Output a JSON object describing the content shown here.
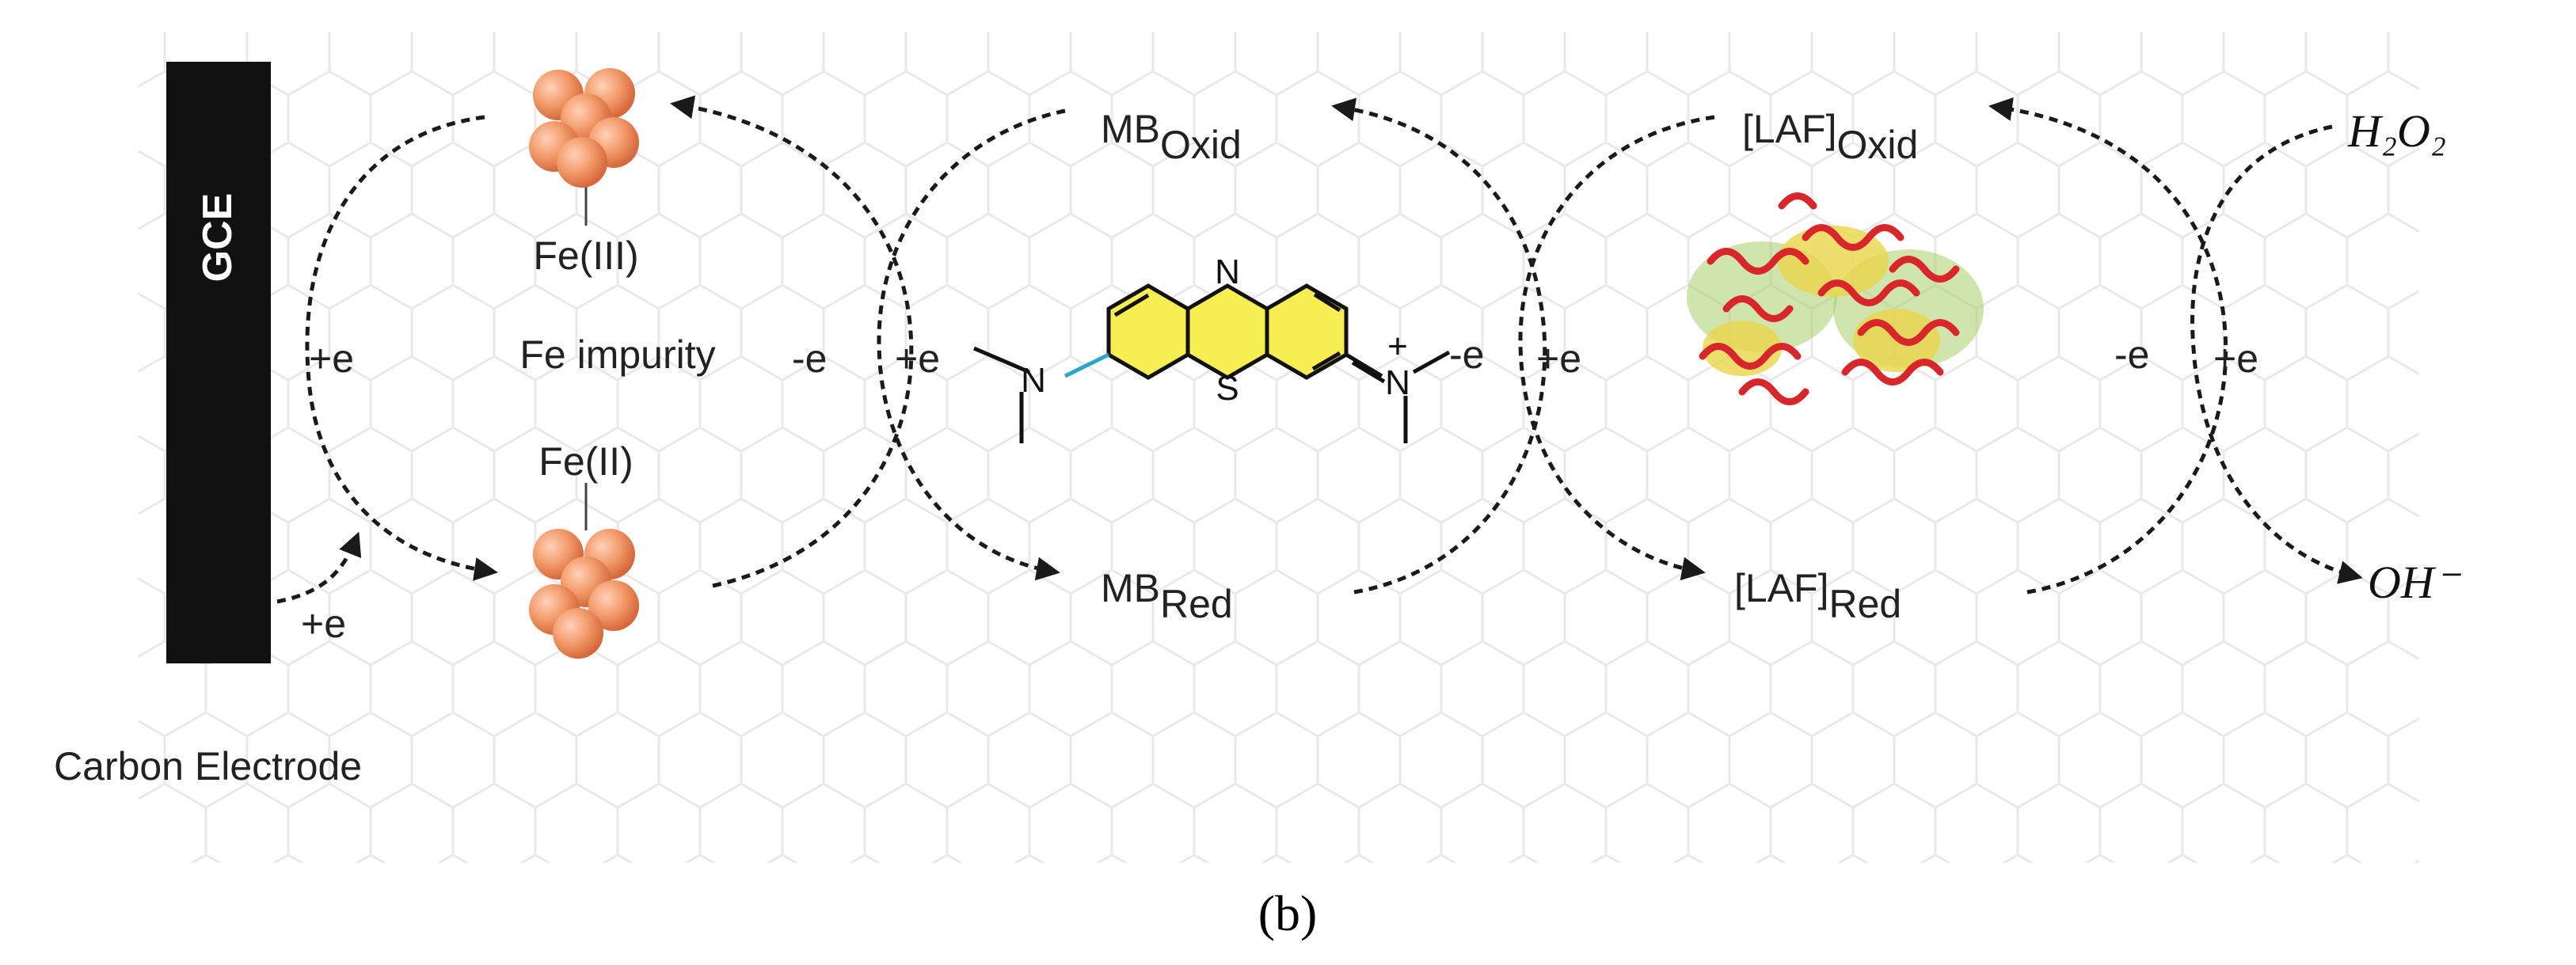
{
  "electrode": {
    "gce_label": "GCE",
    "carbon_label": "Carbon Electrode",
    "input_label": "+e"
  },
  "fe": {
    "oxid_label": "Fe(III)",
    "red_label": "Fe(II)",
    "center_label": "Fe impurity",
    "plus_e": "+e",
    "minus_e": "-e"
  },
  "mb": {
    "oxid_main": "MB",
    "oxid_sub": "Oxid",
    "red_main": "MB",
    "red_sub": "Red",
    "plus_e": "+e",
    "minus_e": "-e",
    "atom_n_top": "N",
    "atom_s": "S",
    "atom_n_left": "N",
    "atom_n_right": "N",
    "charge": "+"
  },
  "laf": {
    "oxid_main": "[LAF]",
    "oxid_sub": "Oxid",
    "red_main": "[LAF]",
    "red_sub": "Red",
    "plus_e": "+e",
    "minus_e": "-e"
  },
  "h2o2": {
    "oxid_label": "H₂O₂",
    "red_label": "OH⁻",
    "plus_e": "+e",
    "minus_e": "-e"
  },
  "caption": "(b)",
  "colors": {
    "electrode": "#111111",
    "fe_particle": "#f39a6a",
    "mb_ring_fill": "#f7ee52",
    "protein_red": "#d8262b",
    "protein_yellow": "#e9d64a",
    "protein_green": "#a8cf6a"
  }
}
